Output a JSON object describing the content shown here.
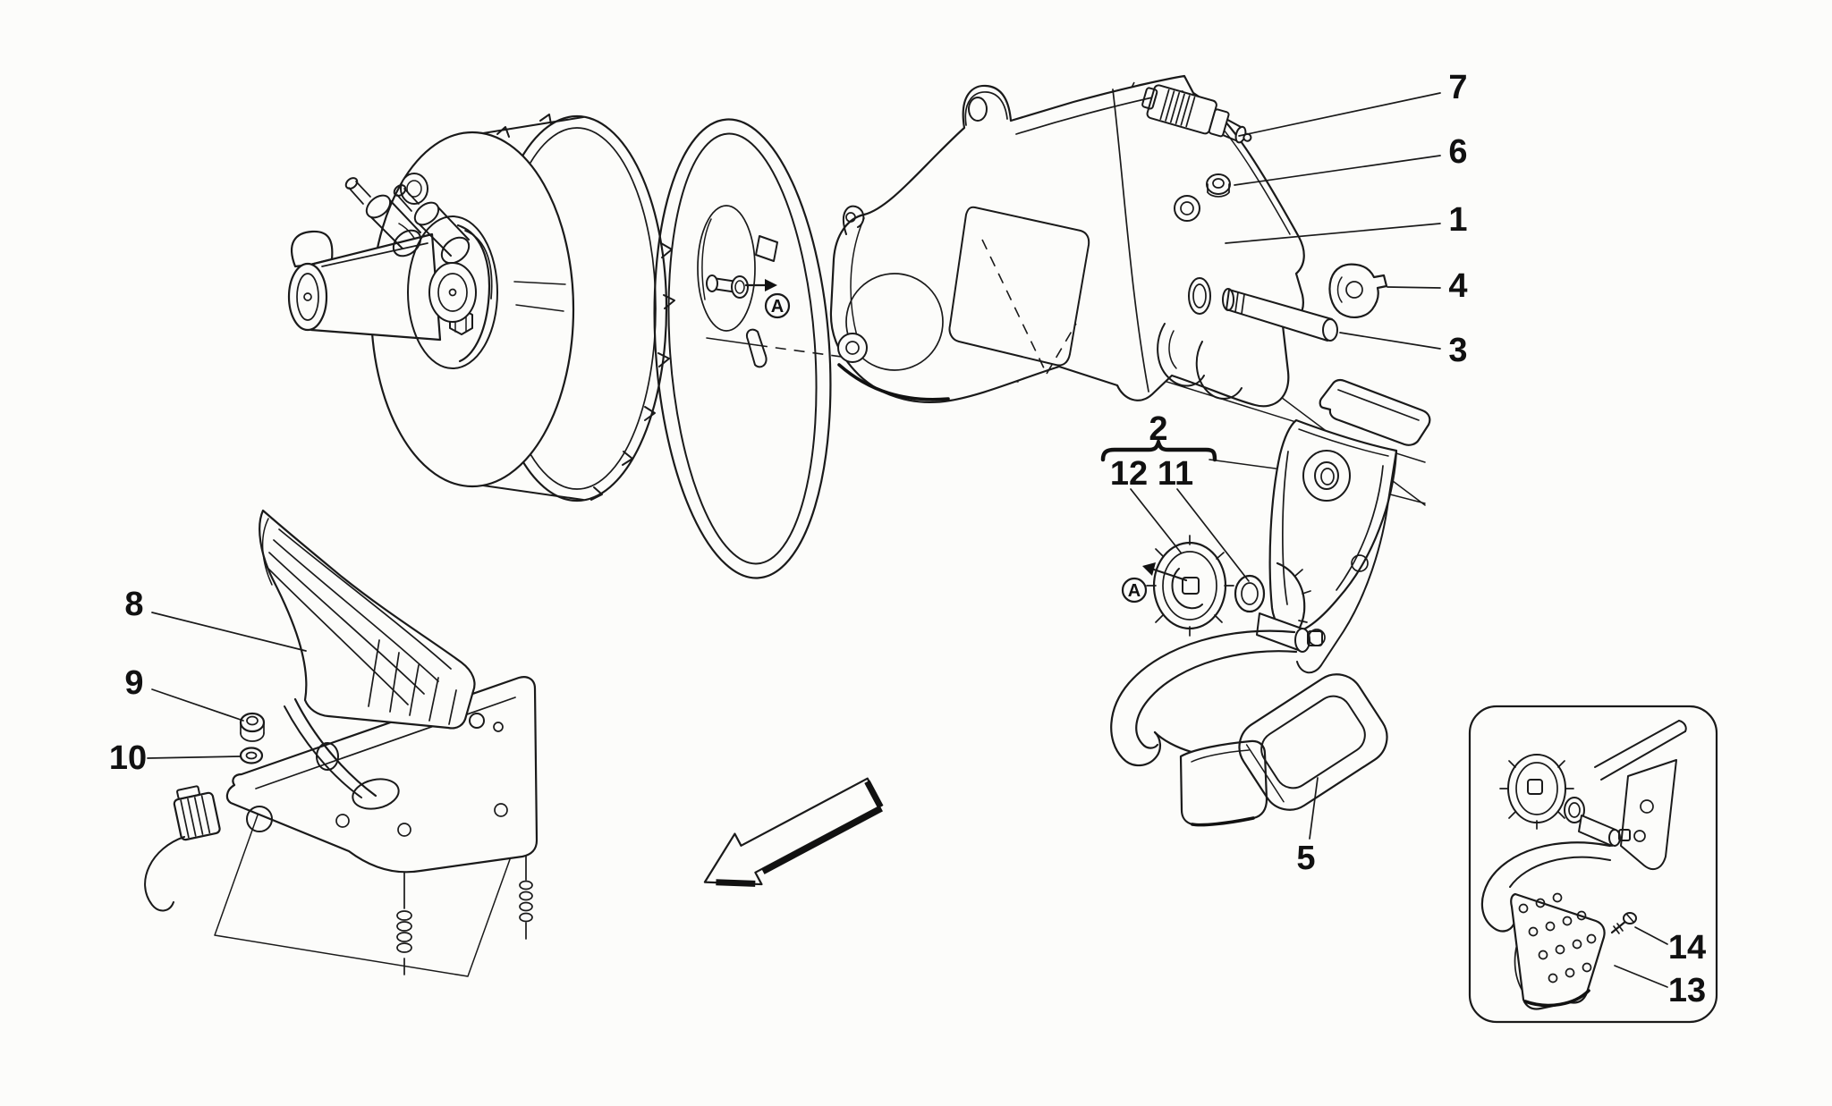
{
  "figure": {
    "colors": {
      "background": "#fcfcfa",
      "line": "#1a1a1a"
    },
    "callouts": {
      "c1": "1",
      "c2": "2",
      "c3": "3",
      "c4": "4",
      "c5": "5",
      "c6": "6",
      "c7": "7",
      "c8": "8",
      "c9": "9",
      "c10": "10",
      "c11": "11",
      "c12": "12",
      "c13": "13",
      "c14": "14"
    },
    "markers": {
      "view_a_servo": "A",
      "view_a_pedal": "A"
    }
  }
}
